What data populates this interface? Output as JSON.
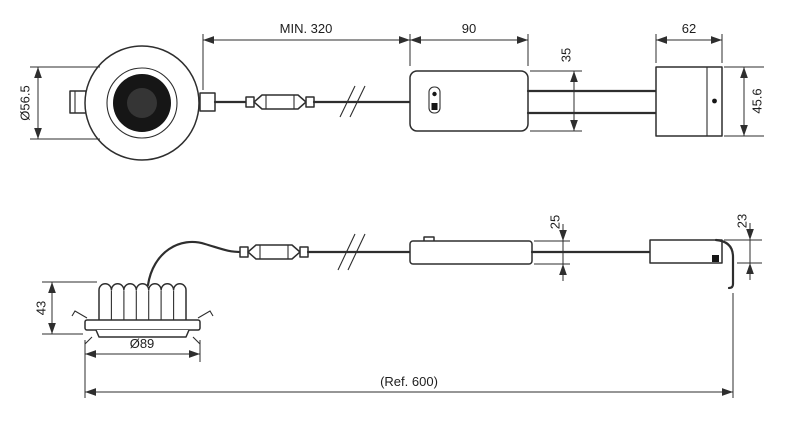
{
  "drawing": {
    "kind": "technical-dimension-drawing",
    "subject": "recessed downlight with inline connector, driver box and junction box",
    "colors": {
      "line": "#2e2e2e",
      "background": "#ffffff"
    },
    "front": {
      "lamp_diameter": "Ø56.5",
      "cable_min_length": "MIN. 320",
      "driver_length": "90",
      "driver_width": "35",
      "junction_box_length": "62",
      "junction_box_width": "45.6"
    },
    "side": {
      "lamp_height": "43",
      "flange_diameter": "Ø89",
      "driver_height": "25",
      "junction_box_height": "23",
      "overall_length": "(Ref. 600)"
    }
  }
}
